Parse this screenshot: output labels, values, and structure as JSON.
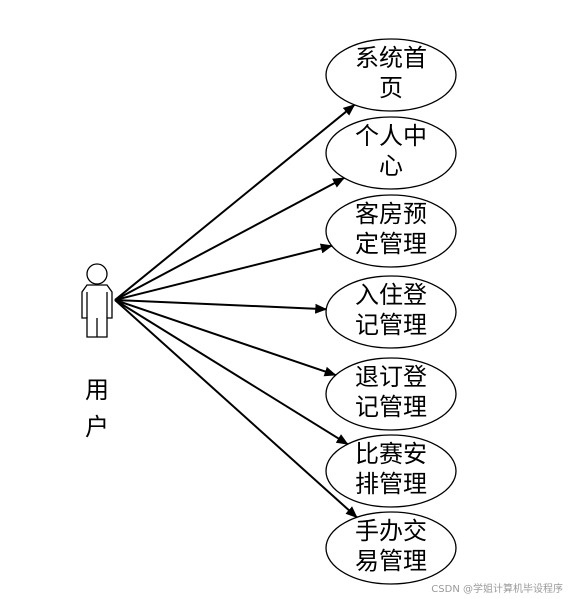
{
  "actor": {
    "label_lines": [
      "用",
      "户"
    ]
  },
  "use_cases": [
    {
      "lines": [
        "系统首",
        "页"
      ]
    },
    {
      "lines": [
        "个人中",
        "心"
      ]
    },
    {
      "lines": [
        "客房预",
        "定管理"
      ]
    },
    {
      "lines": [
        "入住登",
        "记管理"
      ]
    },
    {
      "lines": [
        "退订登",
        "记管理"
      ]
    },
    {
      "lines": [
        "比赛安",
        "排管理"
      ]
    },
    {
      "lines": [
        "手办交",
        "易管理"
      ]
    }
  ],
  "watermark": "CSDN @学姐计算机毕设程序"
}
